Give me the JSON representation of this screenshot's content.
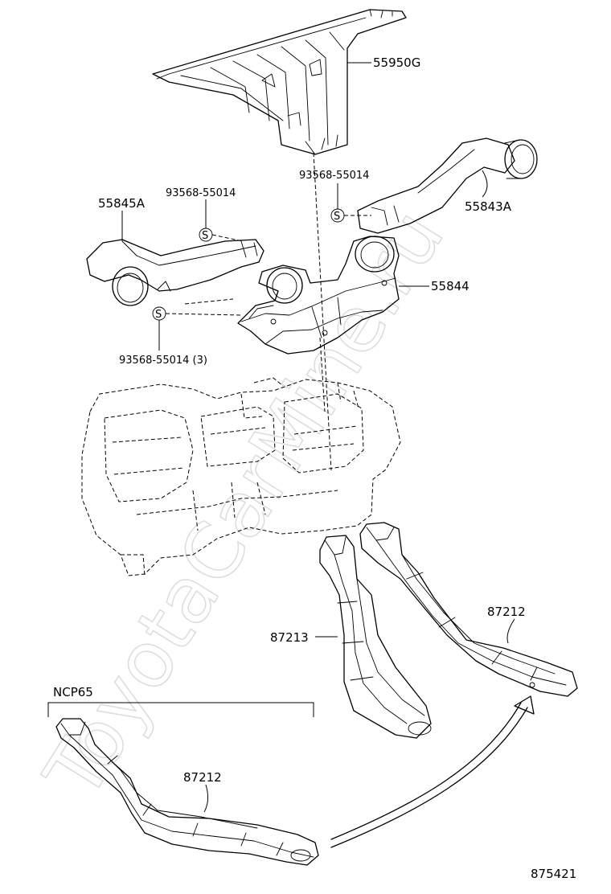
{
  "labels": {
    "duct_55950G": "55950G",
    "bolt_upper": "93568-55014",
    "duct_55843A": "55843A",
    "duct_55845A": "55845A",
    "bolt_left": "93568-55014",
    "duct_55844": "55844",
    "bolt_lower": "93568-55014 (3)",
    "duct_87213": "87213",
    "duct_87212_right": "87212",
    "variant_ncp65": "NCP65",
    "duct_87212_ncp65": "87212",
    "figure_number": "875421"
  },
  "symbols": {
    "screw_marker": "S"
  },
  "watermark": "ToyotaCarMine.ru"
}
